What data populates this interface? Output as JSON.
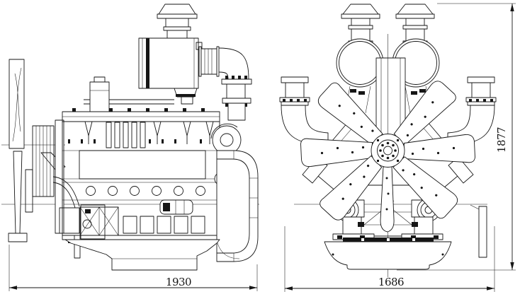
{
  "colors": {
    "background": "#ffffff",
    "line": "#161616"
  },
  "drawing": {
    "type": "engineering-outline-diagram",
    "dimensions": {
      "side_length": "1930",
      "front_width": "1686",
      "height": "1877"
    }
  }
}
